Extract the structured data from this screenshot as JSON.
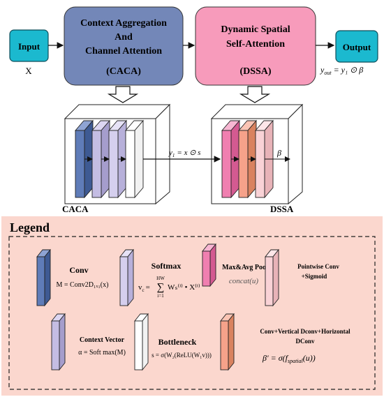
{
  "top": {
    "input_label": "Input",
    "input_symbol": "X",
    "caca_line1": "Context Aggregation",
    "caca_line2": "And",
    "caca_line3": "Channel Attention",
    "caca_abbr": "(CACA)",
    "dssa_line1": "Dynamic Spatial",
    "dssa_line2": "Self-Attention",
    "dssa_abbr": "(DSSA)",
    "output_label": "Output",
    "output_formula_lhs": "y",
    "output_formula_sub": "out",
    "output_formula_rhs": "= y₁ ⊙ β"
  },
  "middle": {
    "mid_formula_y": "y",
    "mid_formula_sub": "1",
    "mid_formula_rest": "= x ⊙ s",
    "beta_label": "β",
    "caca_caption": "CACA",
    "dssa_caption": "DSSA"
  },
  "legend": {
    "title": "Legend",
    "conv_title": "Conv",
    "conv_formula": "M = Conv2D₁ₓ₁(x)",
    "softmax_title": "Softmax",
    "softmax_formula_lhs": "v",
    "softmax_formula_sub": "c",
    "softmax_sum_top": "HW",
    "softmax_sum_bottom": "i=1",
    "softmax_formula_rhs": "Wₛ⁽ⁱ⁾ • X⁽ⁱ⁾",
    "pool_title": "Max&Avg Pool",
    "pool_formula": "concat(u)",
    "pw_title_1": "Pointwise Conv",
    "pw_title_2": "+Sigmoid",
    "cv_title": "Context Vector",
    "cv_formula": "α = Soft max(M)",
    "bn_title": "Bottleneck",
    "bn_formula": "s = σ(W₂(ReLU(W₁v)))",
    "dc_title_1": "Conv+Vertical Dconv+Horizontal",
    "dc_title_2": "DConv",
    "dc_formula_lhs": "β′ = σ(f",
    "dc_formula_sub": "spatial",
    "dc_formula_rhs": "(u))"
  },
  "colors": {
    "input_fill": "#1bb9cf",
    "caca_fill": "#7387b8",
    "dssa_fill": "#f79bbb",
    "legend_bg": "#fbd7ce",
    "conv_blue": "#5f7cb8",
    "lavender": "#c4bde3",
    "pink": "#f07fb0",
    "salmon": "#f6a28a",
    "light_pink": "#f9d2d6"
  }
}
